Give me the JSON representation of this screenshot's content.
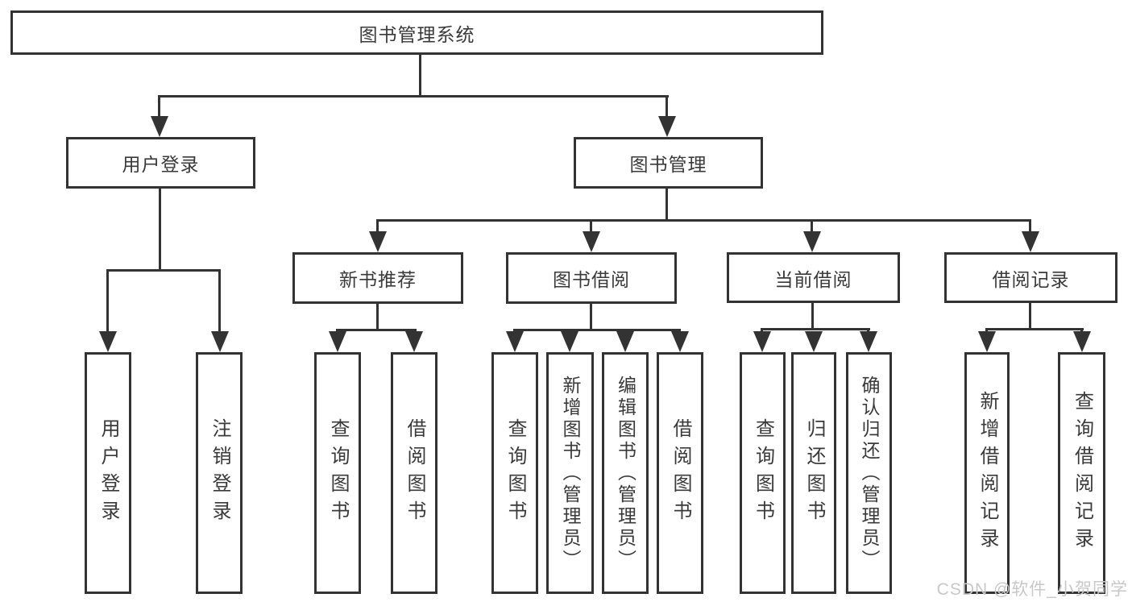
{
  "title": "图书管理系统",
  "colors": {
    "line": "#333333",
    "text": "#3a3a3a",
    "background": "#ffffff",
    "watermark": "#c8c8c8"
  },
  "nodes": {
    "root": {
      "label": "图书管理系统"
    },
    "user_login": {
      "label": "用户登录"
    },
    "book_management": {
      "label": "图书管理"
    },
    "new_book_recommend": {
      "label": "新书推荐"
    },
    "book_borrow": {
      "label": "图书借阅"
    },
    "current_borrow": {
      "label": "当前借阅"
    },
    "borrow_record": {
      "label": "借阅记录"
    },
    "leaves": {
      "user_login": {
        "label": "用户登录"
      },
      "logout": {
        "label": "注销登录"
      },
      "query_book_1": {
        "label": "查询图书"
      },
      "borrow_book_1": {
        "label": "借阅图书"
      },
      "query_book_2": {
        "label": "查询图书"
      },
      "add_book_admin": {
        "label": "新增图书（管理员）"
      },
      "edit_book_admin": {
        "label": "编辑图书（管理员）"
      },
      "borrow_book_2": {
        "label": "借阅图书"
      },
      "query_book_3": {
        "label": "查询图书"
      },
      "return_book": {
        "label": "归还图书"
      },
      "confirm_return_admin": {
        "label": "确认归还（管理员）"
      },
      "add_borrow_record": {
        "label": "新增借阅记录"
      },
      "query_borrow_record": {
        "label": "查询借阅记录"
      }
    }
  },
  "watermark": {
    "text": "CSDN @软件_小贺同学"
  }
}
